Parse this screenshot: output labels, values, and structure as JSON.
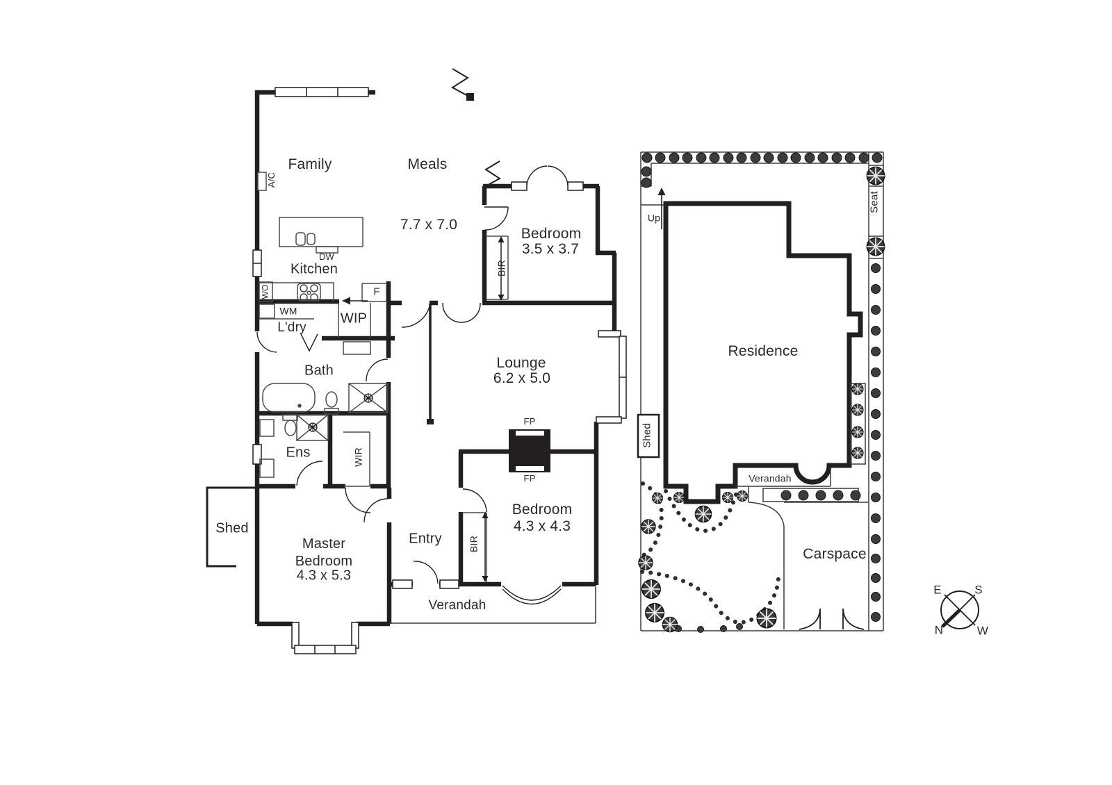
{
  "colors": {
    "line": "#231f20",
    "background": "#ffffff"
  },
  "floor_plan": {
    "rooms": {
      "family": {
        "label": "Family"
      },
      "meals": {
        "label": "Meals",
        "dims": "7.7 x 7.0"
      },
      "kitchen": {
        "label": "Kitchen"
      },
      "laundry": {
        "label": "L'dry"
      },
      "pantry": {
        "label": "WIP"
      },
      "bath": {
        "label": "Bath"
      },
      "bedroom_top": {
        "label": "Bedroom",
        "dims": "3.5 x 3.7"
      },
      "lounge": {
        "label": "Lounge",
        "dims": "6.2 x 5.0"
      },
      "ensuite": {
        "label": "Ens"
      },
      "wir": {
        "label": "WIR"
      },
      "shed": {
        "label": "Shed"
      },
      "master_bedroom": {
        "label": "Master Bedroom",
        "dims": "4.3 x 5.3"
      },
      "entry": {
        "label": "Entry"
      },
      "bedroom_front": {
        "label": "Bedroom",
        "dims": "4.3 x 4.3"
      },
      "verandah": {
        "label": "Verandah"
      }
    },
    "fixtures": {
      "air_conditioner": "A/C",
      "dishwasher": "DW",
      "wall_oven": "WO",
      "washing_machine": "WM",
      "fridge": "F",
      "built_in_robe_top": "BIR",
      "built_in_robe_front": "BIR",
      "fireplace_top": "FP",
      "fireplace_bottom": "FP"
    }
  },
  "site_plan": {
    "residence": "Residence",
    "carspace": "Carspace",
    "verandah": "Verandah",
    "shed": "Shed",
    "seat": "Seat",
    "up": "Up"
  },
  "compass": {
    "east": "E",
    "south": "S",
    "north": "N",
    "west": "W"
  }
}
